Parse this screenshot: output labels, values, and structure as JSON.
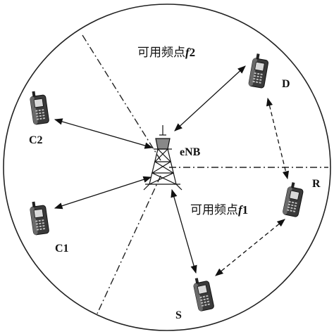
{
  "frequency_labels": {
    "f2": {
      "prefix": "可用频点",
      "symbol": "f",
      "index": "2"
    },
    "f1": {
      "prefix": "可用频点",
      "symbol": "f",
      "index": "1"
    }
  },
  "nodes": {
    "base_station": "eNB",
    "D": "D",
    "C2": "C2",
    "C1": "C1",
    "R": "R",
    "S": "S"
  },
  "links": {
    "cellular": [
      "eNB-D",
      "eNB-C2",
      "eNB-C1",
      "eNB-S"
    ],
    "d2d_relay": [
      "D-R",
      "R-S"
    ]
  }
}
